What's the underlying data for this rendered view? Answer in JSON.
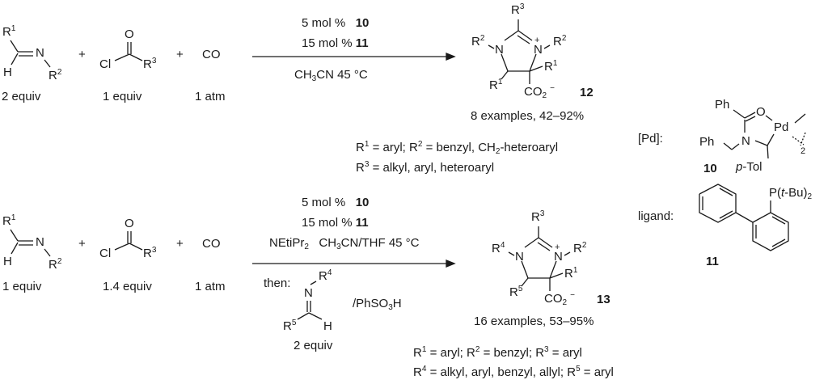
{
  "scheme": {
    "reaction1": {
      "imine": {
        "r_top": "R",
        "r_top_sup": "1",
        "n": "N",
        "h": "H",
        "r_n": "R",
        "r_n_sup": "2",
        "amount": "2 equiv"
      },
      "plus1": "+",
      "acid_chloride": {
        "o": "O",
        "cl": "Cl",
        "r": "R",
        "r_sup": "3",
        "amount": "1 equiv"
      },
      "plus2": "+",
      "co": {
        "formula": "CO",
        "amount": "1 atm"
      },
      "conditions": {
        "line1_text": "5 mol %",
        "line1_cmpd": "10",
        "line2_text": "15 mol %",
        "line2_cmpd": "11",
        "below_ch": "CH",
        "below_sub": "3",
        "below_rest": "CN 45 °C"
      },
      "product": {
        "label": "12",
        "r3": "R",
        "r3_sup": "3",
        "r2_left": "R",
        "r2_left_sup": "2",
        "n_left": "N",
        "n_right": "N",
        "n_plus": "+",
        "r2_right": "R",
        "r2_right_sup": "2",
        "r1_right": "R",
        "r1_right_sup": "1",
        "r1_left": "R",
        "r1_left_sup": "1",
        "co2": "CO",
        "co2_sub": "2",
        "co2_minus": "−",
        "yield": "8 examples, 42–92%"
      },
      "scope": {
        "line1_a": "R",
        "line1_a_sup": "1",
        "line1_b": " = aryl;  R",
        "line1_b_sup": "2",
        "line1_c": " = benzyl, CH",
        "line1_c_sub": "2",
        "line1_d": "-heteroaryl",
        "line2_a": "R",
        "line2_a_sup": "3",
        "line2_b": " = alkyl, aryl, heteroaryl"
      }
    },
    "reaction2": {
      "imine": {
        "r_top": "R",
        "r_top_sup": "1",
        "n": "N",
        "h": "H",
        "r_n": "R",
        "r_n_sup": "2",
        "amount": "1 equiv"
      },
      "plus1": "+",
      "acid_chloride": {
        "o": "O",
        "cl": "Cl",
        "r": "R",
        "r_sup": "3",
        "amount": "1.4 equiv"
      },
      "plus2": "+",
      "co": {
        "formula": "CO",
        "amount": "1 atm"
      },
      "conditions": {
        "line1_text": "5 mol %",
        "line1_cmpd": "10",
        "line2_text": "15 mol %",
        "line2_cmpd": "11",
        "line3_base": "NEtiPr",
        "line3_base_sub": "2",
        "line3_solv_a": "CH",
        "line3_solv_sub": "3",
        "line3_solv_b": "CN/THF 45 °C",
        "then": "then:",
        "imine2": {
          "n": "N",
          "r4": "R",
          "r4_sup": "4",
          "r5": "R",
          "r5_sup": "5",
          "h": "H",
          "amount": "2 equiv"
        },
        "acid_a": "/PhSO",
        "acid_sub": "3",
        "acid_b": "H"
      },
      "product": {
        "label": "13",
        "r3": "R",
        "r3_sup": "3",
        "r4": "R",
        "r4_sup": "4",
        "n_left": "N",
        "n_right": "N",
        "n_plus": "+",
        "r2": "R",
        "r2_sup": "2",
        "r1": "R",
        "r1_sup": "1",
        "r5": "R",
        "r5_sup": "5",
        "co2": "CO",
        "co2_sub": "2",
        "co2_minus": "−",
        "yield": "16 examples, 53–95%"
      },
      "scope": {
        "line1_a": "R",
        "line1_a_sup": "1",
        "line1_b": " = aryl;  R",
        "line1_b_sup": "2",
        "line1_c": " = benzyl; R",
        "line1_c_sup": "3",
        "line1_d": " = aryl",
        "line2_a": "R",
        "line2_a_sup": "4",
        "line2_b": " = alkyl, aryl, benzyl, allyl; R",
        "line2_b_sup": "5",
        "line2_c": " = aryl"
      }
    },
    "catalyst": {
      "prefix": "[Pd]:",
      "ph_top": "Ph",
      "o": "O",
      "pd": "Pd",
      "n": "N",
      "ph_left": "Ph",
      "dimer_sub": "2",
      "tol_p": "p",
      "tol_rest": "-Tol",
      "label": "10"
    },
    "ligand": {
      "prefix": "ligand:",
      "p_a": "P(",
      "p_t": "t",
      "p_b": "-Bu)",
      "p_sub": "2",
      "label": "11"
    }
  }
}
